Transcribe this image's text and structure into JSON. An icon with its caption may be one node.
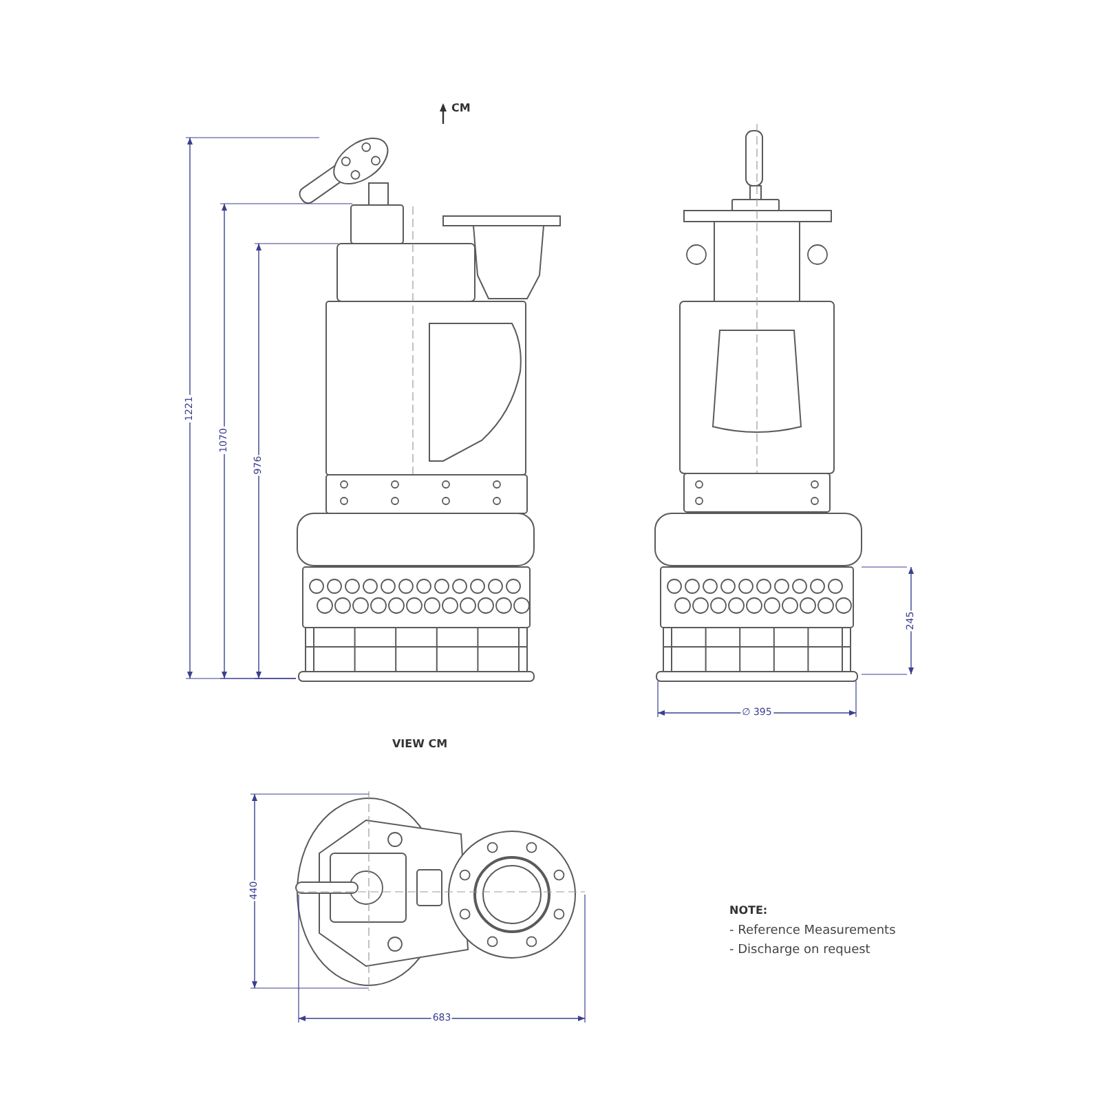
{
  "diagram": {
    "labels": [
      "CM",
      "1221",
      "1070",
      "976",
      "245",
      "∅ 395",
      "VIEW CM",
      "440",
      "683",
      "NOTE:",
      "- Reference Measurements",
      "- Discharge on request"
    ]
  }
}
